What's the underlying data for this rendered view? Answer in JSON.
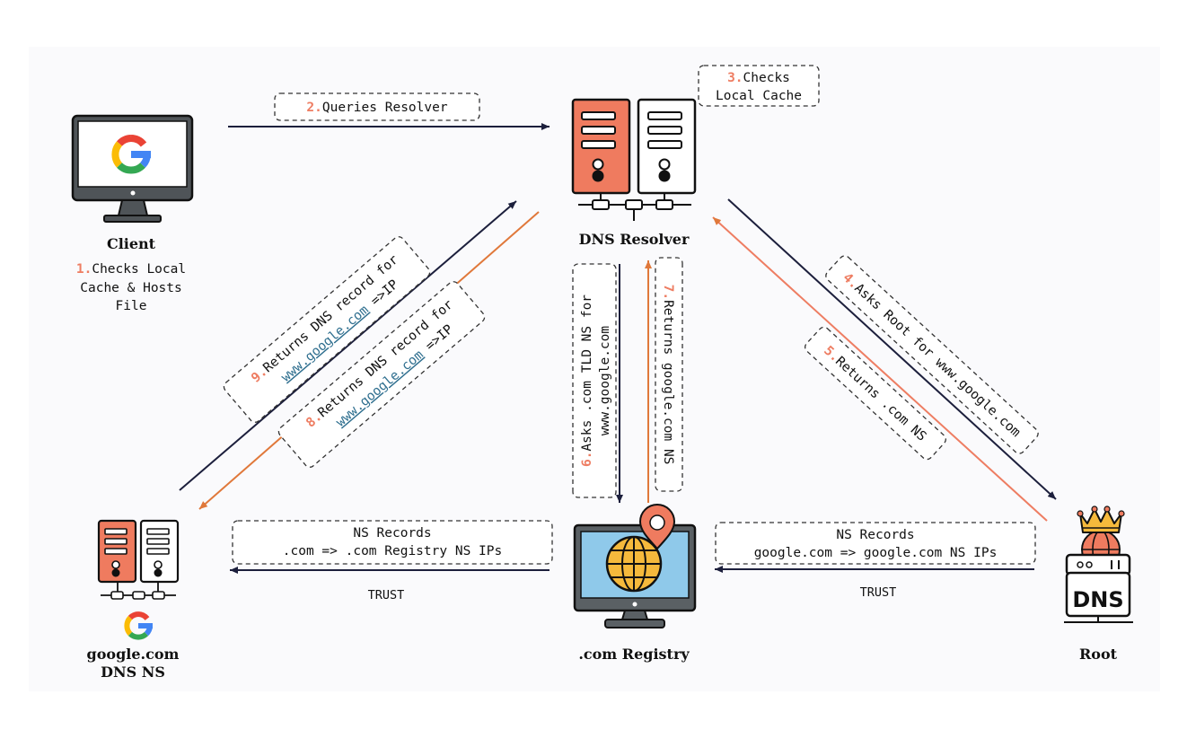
{
  "nodes": {
    "client": {
      "label": "Client",
      "note_num": "1.",
      "note_lines": [
        "Checks Local",
        "Cache & Hosts",
        "File"
      ]
    },
    "resolver": {
      "label": "DNS Resolver"
    },
    "tld": {
      "label": ".com Registry"
    },
    "root": {
      "label": "Root",
      "badge": "DNS"
    },
    "google": {
      "label_lines": [
        "google.com",
        "DNS NS"
      ]
    }
  },
  "steps": {
    "s2": {
      "num": "2.",
      "text": "Queries Resolver"
    },
    "s3": {
      "num": "3.",
      "lines": [
        "Checks",
        "Local Cache"
      ]
    },
    "s4": {
      "num": "4.",
      "text": "Asks Root for www.google.com"
    },
    "s5": {
      "num": "5.",
      "text": "Returns .com NS"
    },
    "s6": {
      "num": "6.",
      "lines": [
        "Asks .com TLD NS for",
        "www.google.com"
      ]
    },
    "s7": {
      "num": "7.",
      "text": "Returns google.com NS"
    },
    "s8": {
      "num": "8.",
      "line1": "Returns DNS record for",
      "link": "www.google.com",
      "suffix": " =>IP"
    },
    "s9": {
      "num": "9.",
      "line1": "Returns DNS record for",
      "link": "www.google.com",
      "suffix": " =>IP"
    }
  },
  "trust": {
    "left": {
      "lines": [
        "NS Records",
        ".com => .com Registry NS IPs"
      ],
      "caption": "TRUST"
    },
    "right": {
      "lines": [
        "NS Records",
        "google.com => google.com NS IPs"
      ],
      "caption": "TRUST"
    }
  },
  "colors": {
    "navy": "#1c1f3c",
    "orange": "#e0783a",
    "salmon": "#ee7d62",
    "server_orange": "#ef7b5f",
    "link": "#2f6f8f",
    "outline": "#111111"
  }
}
